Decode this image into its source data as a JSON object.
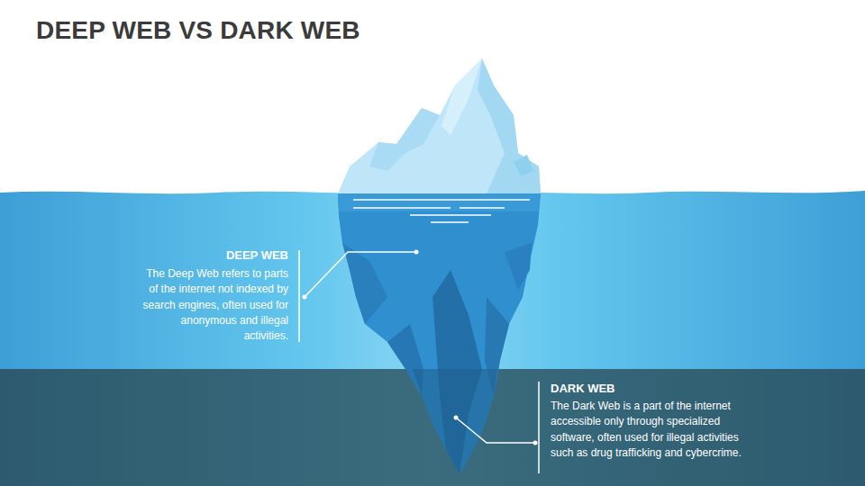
{
  "diagram": {
    "title": "DEEP WEB VS DARK WEB",
    "labels": [
      "DEEP WEB",
      "The Deep Web refers to parts of the internet not indexed by search engines, often used for anonymous and illegal activities.",
      "DARK WEB",
      "The Dark Web is a part of the internet accessible only through specialized software, often used for illegal activities such as drug trafficking and cybercrime."
    ]
  }
}
